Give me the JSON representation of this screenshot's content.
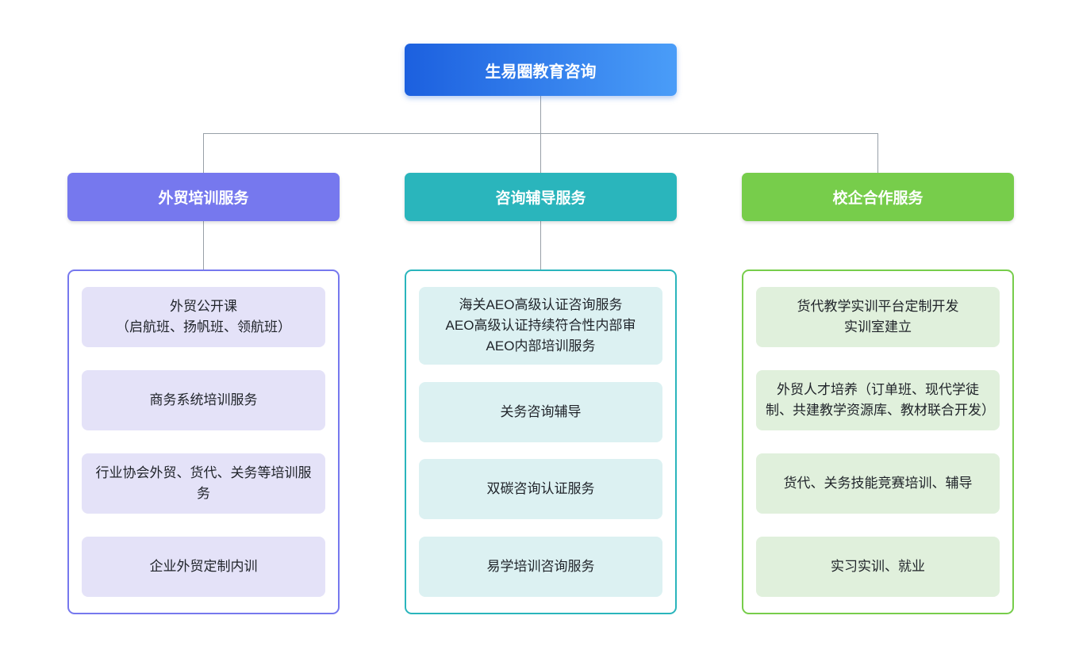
{
  "diagram": {
    "background_color": "#FFFFFF",
    "connector_color": "#98A0A8",
    "root": {
      "label": "生易圈教育咨询",
      "gradient_start": "#1C60DF",
      "gradient_end": "#4A9DF8",
      "text_color": "#FFFFFF"
    },
    "branches": [
      {
        "label": "外贸培训服务",
        "color": "#7678EE",
        "item_bg": "#E4E2F8",
        "items": [
          "外贸公开课\n（启航班、扬帆班、领航班）",
          "商务系统培训服务",
          "行业协会外贸、货代、关务等培训服务",
          "企业外贸定制内训"
        ]
      },
      {
        "label": "咨询辅导服务",
        "color": "#2AB5BC",
        "item_bg": "#DCF1F2",
        "items": [
          "海关AEO高级认证咨询服务\nAEO高级认证持续符合性内部审\nAEO内部培训服务",
          "关务咨询辅导",
          "双碳咨询认证服务",
          "易学培训咨询服务"
        ]
      },
      {
        "label": "校企合作服务",
        "color": "#77CD4B",
        "item_bg": "#E0F0DC",
        "items": [
          "货代教学实训平台定制开发\n实训室建立",
          "外贸人才培养（订单班、现代学徒制、共建教学资源库、教材联合开发）",
          "货代、关务技能竞赛培训、辅导",
          "实习实训、就业"
        ]
      }
    ]
  }
}
